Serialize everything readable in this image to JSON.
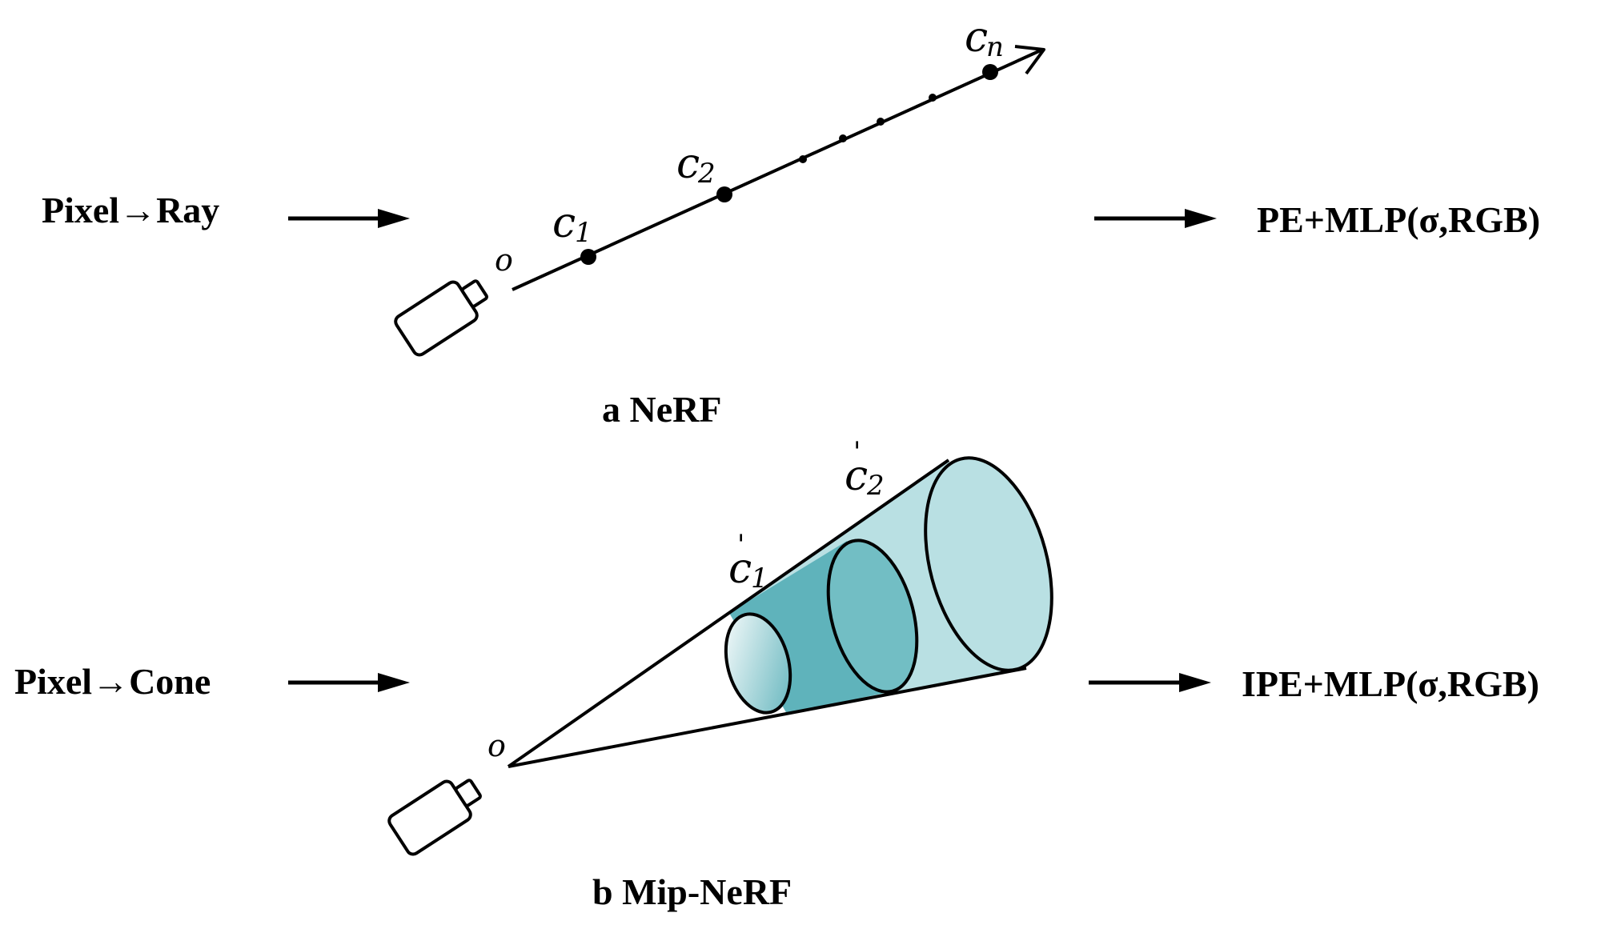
{
  "panel_a": {
    "input_label": "Pixel→Ray",
    "output_label": "PE+MLP(σ,RGB)",
    "caption": "a NeRF",
    "origin_label": "o",
    "sample_labels": {
      "c1": "c1",
      "c2": "c2",
      "cn": "cn"
    }
  },
  "panel_b": {
    "input_label": "Pixel→Cone",
    "output_label": "IPE+MLP(σ,RGB)",
    "caption": "b Mip-NeRF",
    "origin_label": "o",
    "sample_labels": {
      "c1": "c'1",
      "c2": "c'2"
    }
  },
  "colors": {
    "ink": "#000000",
    "cone_light": "#b9e0e3",
    "cone_mid": "#5fb3bb",
    "cone_dark": "#72bec4"
  }
}
